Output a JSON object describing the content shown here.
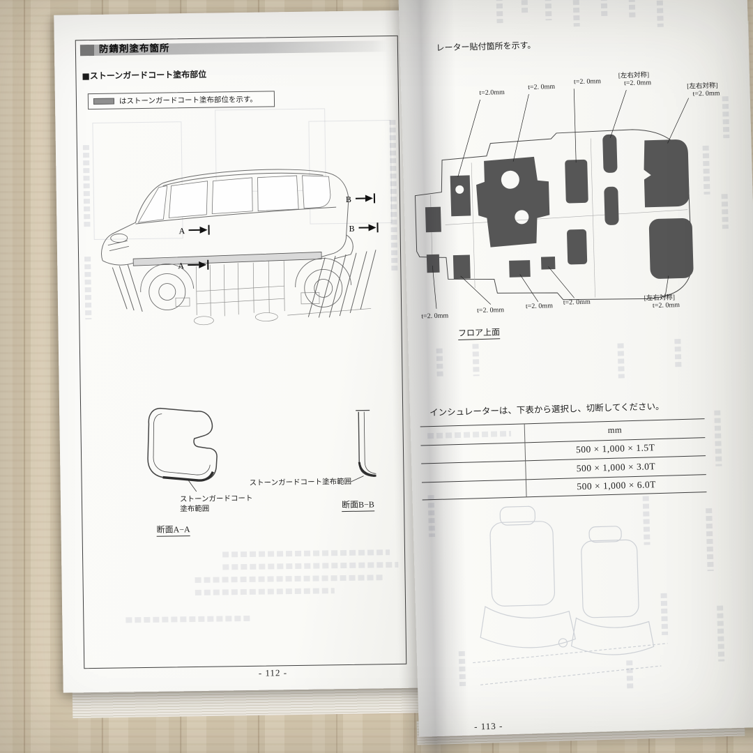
{
  "colors": {
    "coat_patch": "#565656",
    "legend_swatch": "#8f8f8f",
    "title_bar": "#b3b3b3"
  },
  "left_page": {
    "header_title": "防錆剤塗布箇所",
    "subtitle": "■ストーンガードコート塗布部位",
    "legend_text": "はストーンガードコート塗布部位を示す。",
    "marker_a": "A",
    "marker_b": "B",
    "section_a_range_1": "ストーンガードコート",
    "section_a_range_2": "塗布範囲",
    "section_a_caption": "断面A−A",
    "section_b_range": "ストーンガードコート塗布範囲",
    "section_b_caption": "断面B−B",
    "page_number": "- 112 -"
  },
  "right_page": {
    "intro_fragment": "レーター貼付箇所を示す。",
    "sym_label": "[左右対称]",
    "top_thickness": [
      "t=2.0mm",
      "t=2. 0mm",
      "t=2. 0mm",
      "t=2. 0mm",
      "t=2. 0mm"
    ],
    "bottom_thickness": [
      "t=2. 0mm",
      "t=2. 0mm",
      "t=2. 0mm",
      "t=2. 0mm",
      "t=2. 0mm"
    ],
    "floor_caption": "フロア上面",
    "note": "インシュレーターは、下表から選択し、切断してください。",
    "table": {
      "unit_header": "mm",
      "rows": [
        "500 × 1,000 × 1.5T",
        "500 × 1,000 × 3.0T",
        "500 × 1,000 × 6.0T"
      ]
    },
    "page_number": "- 113 -"
  }
}
